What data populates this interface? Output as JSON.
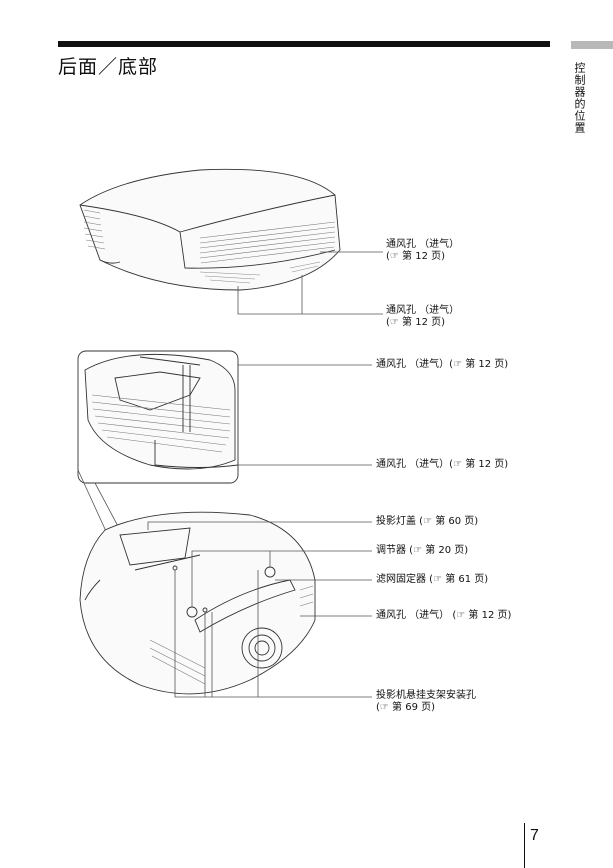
{
  "page": {
    "title": "后面／底部",
    "side_label": "控制器的位置",
    "page_number": "7"
  },
  "callouts": [
    {
      "id": "vent-side-1",
      "lines": [
        "通风孔 （进气）",
        "(☞ 第 12 页)"
      ]
    },
    {
      "id": "vent-side-2",
      "lines": [
        "通风孔 （进气）",
        "(☞ 第 12 页)"
      ]
    },
    {
      "id": "vent-top",
      "lines": [
        "通风孔 （进气）(☞ 第 12 页)"
      ]
    },
    {
      "id": "vent-mid",
      "lines": [
        "通风孔 （进气）(☞ 第 12 页)"
      ]
    },
    {
      "id": "lamp-cover",
      "lines": [
        "投影灯盖 (☞ 第 60 页)"
      ]
    },
    {
      "id": "adjuster",
      "lines": [
        "调节器 (☞ 第 20 页)"
      ]
    },
    {
      "id": "filter-holder",
      "lines": [
        "滤网固定器 (☞ 第 61 页)"
      ]
    },
    {
      "id": "vent-bottom",
      "lines": [
        "通风孔 （进气） (☞ 第 12 页)"
      ]
    },
    {
      "id": "mount-holes",
      "lines": [
        "投影机悬挂支架安装孔",
        "(☞ 第 69 页)"
      ]
    }
  ]
}
